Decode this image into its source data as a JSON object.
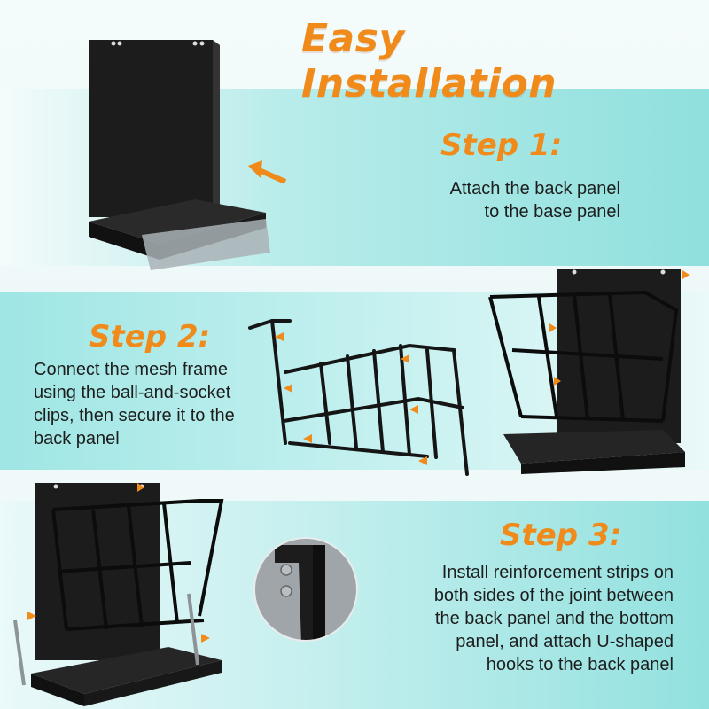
{
  "header": {
    "title": "Easy Installation"
  },
  "steps": [
    {
      "title": "Step 1:",
      "lines": [
        "Attach the back panel",
        "to the base panel"
      ]
    },
    {
      "title": "Step 2:",
      "lines": [
        "Connect the mesh frame",
        "using the ball-and-socket",
        "clips, then secure it to the",
        "back panel"
      ]
    },
    {
      "title": "Step 3:",
      "lines": [
        "Install reinforcement strips on",
        "both sides of the joint between",
        "the back panel and the bottom",
        "panel, and attach U-shaped",
        "hooks to the back panel"
      ]
    }
  ],
  "colors": {
    "accent": "#f08a1a",
    "panel": "#1b1b1b",
    "band": "#aee9e7"
  },
  "icons": {
    "arrow": "orange-arrow-icon"
  }
}
